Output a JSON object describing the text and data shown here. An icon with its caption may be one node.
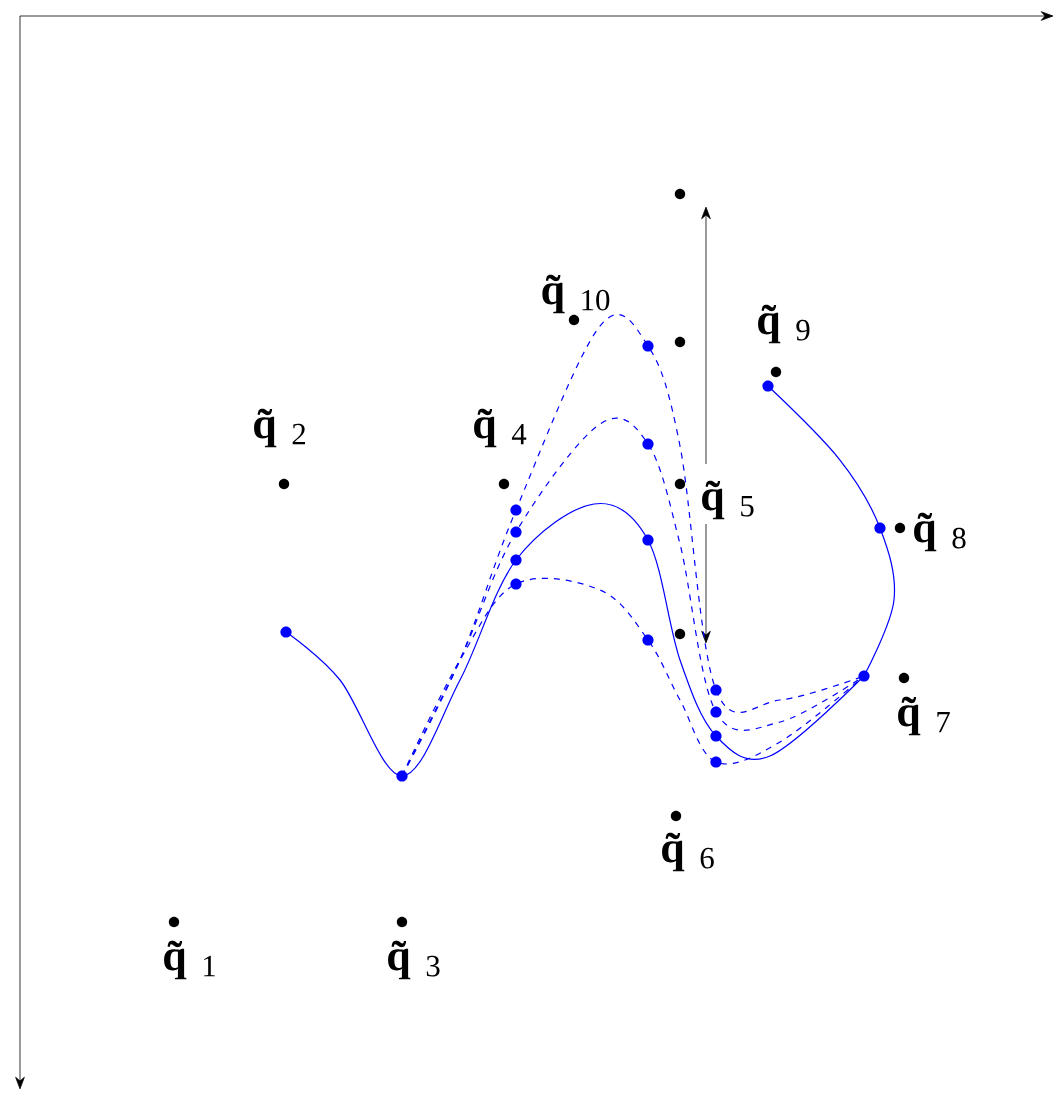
{
  "diagram": {
    "labels": [
      "**q̃**$_{1}$",
      "**q̃**$_{2}$",
      "**q̃**$_{3}$",
      "**q̃**$_{4}$",
      "**q̃**$_{5}$",
      "**q̃**$_{6}$",
      "**q̃**$_{7}$",
      "**q̃**$_{8}$",
      "**q̃**$_{9}$",
      "**q̃**$_{10}$"
    ]
  }
}
